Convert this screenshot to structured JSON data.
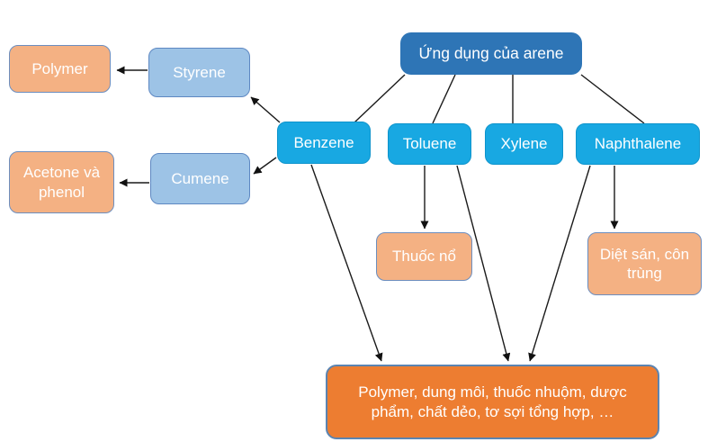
{
  "diagram": {
    "title": "Ứng dụng của arene",
    "background_color": "#ffffff",
    "colors": {
      "root_fill": "#2E75B6",
      "arene_fill": "#18A8E2",
      "intermediate_fill": "#9DC3E6",
      "product_fill": "#F4B183",
      "applications_fill": "#ED7D31",
      "box_border": "#6C8EBF",
      "text": "#ffffff",
      "edge_stroke": "#1a1a1a"
    },
    "nodes": {
      "root": {
        "label": "Ứng dụng của arene"
      },
      "benzene": {
        "label": "Benzene"
      },
      "toluene": {
        "label": "Toluene"
      },
      "xylene": {
        "label": "Xylene"
      },
      "naphthalene": {
        "label": "Naphthalene"
      },
      "styrene": {
        "label": "Styrene"
      },
      "cumene": {
        "label": "Cumene"
      },
      "polymer": {
        "label": "Polymer"
      },
      "acetone_phenol": {
        "label": "Acetone và phenol"
      },
      "explosives": {
        "label": "Thuốc nổ"
      },
      "pesticide": {
        "label": "Diệt sán, côn trùng"
      },
      "applications": {
        "label": "Polymer, dung môi, thuốc nhuộm, dược phẩm, chất dẻo, tơ sợi tổng hợp, …"
      }
    },
    "edges": [
      {
        "from": "root",
        "to": "benzene",
        "arrowhead": false
      },
      {
        "from": "root",
        "to": "toluene",
        "arrowhead": false
      },
      {
        "from": "root",
        "to": "xylene",
        "arrowhead": false
      },
      {
        "from": "root",
        "to": "naphthalene",
        "arrowhead": false
      },
      {
        "from": "benzene",
        "to": "styrene",
        "arrowhead": true
      },
      {
        "from": "styrene",
        "to": "polymer",
        "arrowhead": true
      },
      {
        "from": "benzene",
        "to": "cumene",
        "arrowhead": true
      },
      {
        "from": "cumene",
        "to": "acetone_phenol",
        "arrowhead": true
      },
      {
        "from": "benzene",
        "to": "applications",
        "arrowhead": true
      },
      {
        "from": "toluene",
        "to": "explosives",
        "arrowhead": true
      },
      {
        "from": "toluene",
        "to": "applications",
        "arrowhead": true
      },
      {
        "from": "naphthalene",
        "to": "pesticide",
        "arrowhead": true
      },
      {
        "from": "naphthalene",
        "to": "applications",
        "arrowhead": true
      }
    ]
  }
}
